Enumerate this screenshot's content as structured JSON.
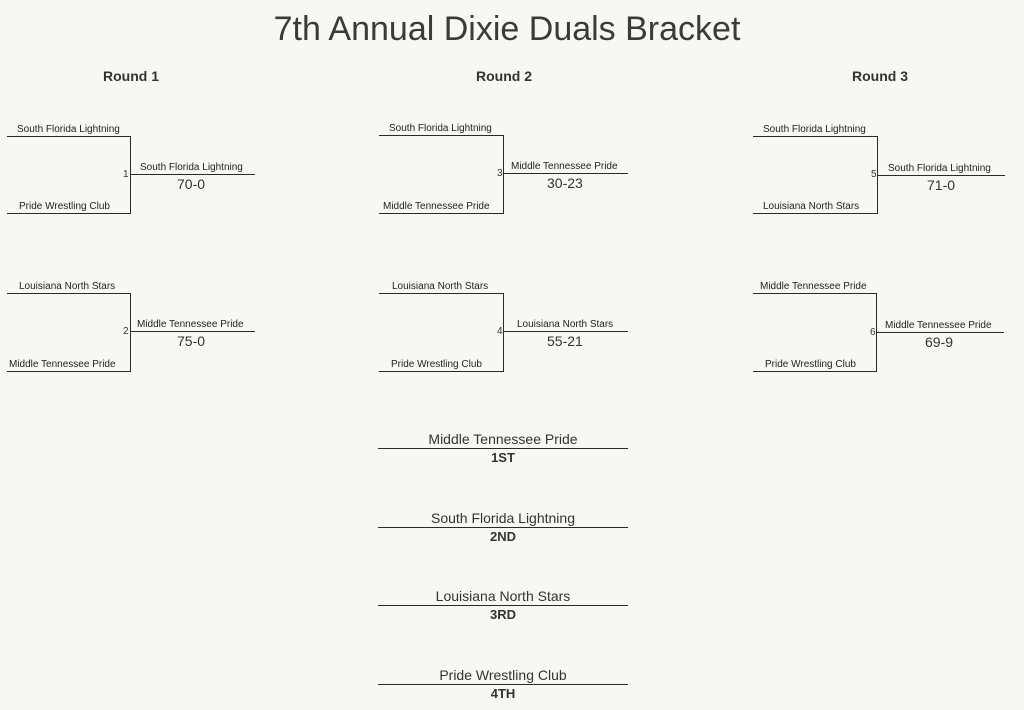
{
  "title": "7th Annual Dixie Duals Bracket",
  "rounds": [
    "Round 1",
    "Round 2",
    "Round 3"
  ],
  "matches": [
    {
      "number": "1",
      "top_team": "South Florida Lightning",
      "bottom_team": "Pride Wrestling Club",
      "winner": "South Florida Lightning",
      "score": "70-0"
    },
    {
      "number": "2",
      "top_team": "Louisiana North Stars",
      "bottom_team": "Middle Tennessee Pride",
      "winner": "Middle Tennessee Pride",
      "score": "75-0"
    },
    {
      "number": "3",
      "top_team": "South Florida Lightning",
      "bottom_team": "Middle Tennessee Pride",
      "winner": "Middle Tennessee Pride",
      "score": "30-23"
    },
    {
      "number": "4",
      "top_team": "Louisiana North Stars",
      "bottom_team": "Pride Wrestling Club",
      "winner": "Louisiana North Stars",
      "score": "55-21"
    },
    {
      "number": "5",
      "top_team": "South Florida Lightning",
      "bottom_team": "Louisiana North Stars",
      "winner": "South Florida Lightning",
      "score": "71-0"
    },
    {
      "number": "6",
      "top_team": "Middle Tennessee Pride",
      "bottom_team": "Pride Wrestling Club",
      "winner": "Middle Tennessee Pride",
      "score": "69-9"
    }
  ],
  "placings": [
    {
      "team": "Middle Tennessee Pride",
      "rank": "1ST"
    },
    {
      "team": "South Florida Lightning",
      "rank": "2ND"
    },
    {
      "team": "Louisiana North Stars",
      "rank": "3RD"
    },
    {
      "team": "Pride Wrestling Club",
      "rank": "4TH"
    }
  ]
}
